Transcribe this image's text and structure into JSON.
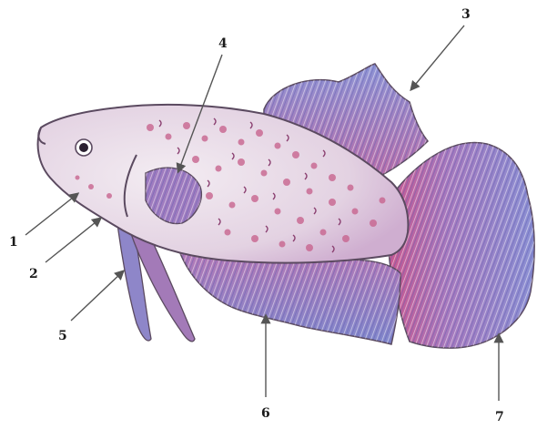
{
  "figure": {
    "labels": [
      {
        "id": "1",
        "text": "1"
      },
      {
        "id": "2",
        "text": "2"
      },
      {
        "id": "3",
        "text": "3"
      },
      {
        "id": "4",
        "text": "4"
      },
      {
        "id": "5",
        "text": "5"
      },
      {
        "id": "6",
        "text": "6"
      },
      {
        "id": "7",
        "text": "7"
      }
    ],
    "colors": {
      "body": "#e8dbe6",
      "outline": "#5b4a60",
      "fin_blue": "#7f86c9",
      "fin_pink": "#c45a94",
      "spot": "#c8658f",
      "arrow": "#555555"
    }
  }
}
